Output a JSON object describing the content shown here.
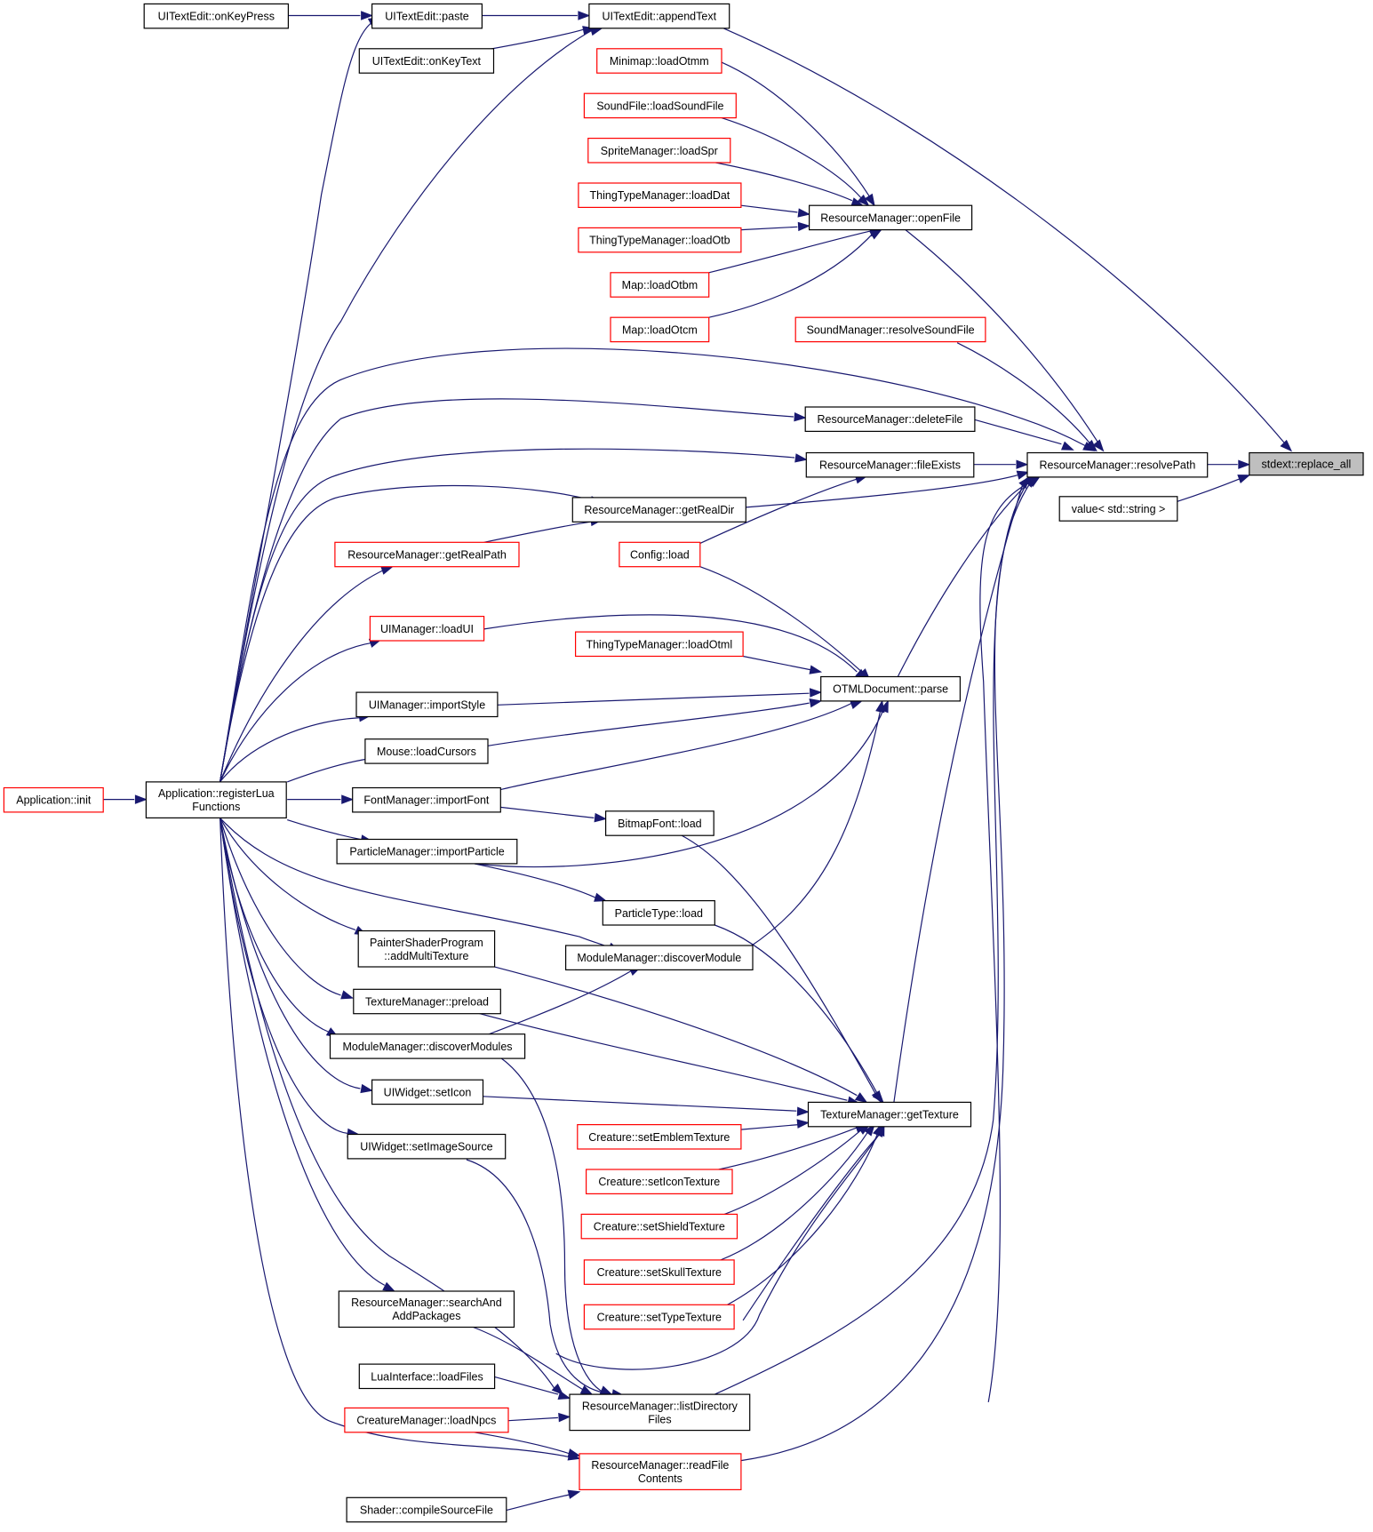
{
  "colors": {
    "edge": "#191970",
    "node_border": "#000000",
    "truncated_node_border": "#ff0000",
    "focus_fill": "#bfbfbf",
    "background": "#ffffff"
  },
  "graph": {
    "nodes": [
      {
        "id": "replace_all",
        "lines": [
          "stdext::replace_all"
        ],
        "style": "focus"
      },
      {
        "id": "value_string",
        "lines": [
          "value< std::string >"
        ],
        "style": "black"
      },
      {
        "id": "resolvePath",
        "lines": [
          "ResourceManager::resolvePath"
        ],
        "style": "black"
      },
      {
        "id": "appendText",
        "lines": [
          "UITextEdit::appendText"
        ],
        "style": "black"
      },
      {
        "id": "paste",
        "lines": [
          "UITextEdit::paste"
        ],
        "style": "black"
      },
      {
        "id": "onKeyPress",
        "lines": [
          "UITextEdit::onKeyPress"
        ],
        "style": "black"
      },
      {
        "id": "onKeyText",
        "lines": [
          "UITextEdit::onKeyText"
        ],
        "style": "black"
      },
      {
        "id": "loadOtmm",
        "lines": [
          "Minimap::loadOtmm"
        ],
        "style": "red"
      },
      {
        "id": "loadSoundFile",
        "lines": [
          "SoundFile::loadSoundFile"
        ],
        "style": "red"
      },
      {
        "id": "loadSpr",
        "lines": [
          "SpriteManager::loadSpr"
        ],
        "style": "red"
      },
      {
        "id": "loadDat",
        "lines": [
          "ThingTypeManager::loadDat"
        ],
        "style": "red"
      },
      {
        "id": "loadOtb",
        "lines": [
          "ThingTypeManager::loadOtb"
        ],
        "style": "red"
      },
      {
        "id": "loadOtbm",
        "lines": [
          "Map::loadOtbm"
        ],
        "style": "red"
      },
      {
        "id": "loadOtcm",
        "lines": [
          "Map::loadOtcm"
        ],
        "style": "red"
      },
      {
        "id": "openFile",
        "lines": [
          "ResourceManager::openFile"
        ],
        "style": "black"
      },
      {
        "id": "resolveSoundFile",
        "lines": [
          "SoundManager::resolveSoundFile"
        ],
        "style": "red"
      },
      {
        "id": "deleteFile",
        "lines": [
          "ResourceManager::deleteFile"
        ],
        "style": "black"
      },
      {
        "id": "fileExists",
        "lines": [
          "ResourceManager::fileExists"
        ],
        "style": "black"
      },
      {
        "id": "getRealDir",
        "lines": [
          "ResourceManager::getRealDir"
        ],
        "style": "black"
      },
      {
        "id": "getRealPath",
        "lines": [
          "ResourceManager::getRealPath"
        ],
        "style": "red"
      },
      {
        "id": "configLoad",
        "lines": [
          "Config::load"
        ],
        "style": "red"
      },
      {
        "id": "loadUI",
        "lines": [
          "UIManager::loadUI"
        ],
        "style": "red"
      },
      {
        "id": "loadOtml",
        "lines": [
          "ThingTypeManager::loadOtml"
        ],
        "style": "red"
      },
      {
        "id": "otmlParse",
        "lines": [
          "OTMLDocument::parse"
        ],
        "style": "black"
      },
      {
        "id": "importStyle",
        "lines": [
          "UIManager::importStyle"
        ],
        "style": "black"
      },
      {
        "id": "loadCursors",
        "lines": [
          "Mouse::loadCursors"
        ],
        "style": "black"
      },
      {
        "id": "appInit",
        "lines": [
          "Application::init"
        ],
        "style": "red"
      },
      {
        "id": "registerLua",
        "lines": [
          "Application::registerLua",
          "Functions"
        ],
        "style": "black"
      },
      {
        "id": "importFont",
        "lines": [
          "FontManager::importFont"
        ],
        "style": "black"
      },
      {
        "id": "bitmapLoad",
        "lines": [
          "BitmapFont::load"
        ],
        "style": "black"
      },
      {
        "id": "importParticle",
        "lines": [
          "ParticleManager::importParticle"
        ],
        "style": "black"
      },
      {
        "id": "particleTypeLoad",
        "lines": [
          "ParticleType::load"
        ],
        "style": "black"
      },
      {
        "id": "discoverModule",
        "lines": [
          "ModuleManager::discoverModule"
        ],
        "style": "black"
      },
      {
        "id": "addMultiTexture",
        "lines": [
          "PainterShaderProgram",
          "::addMultiTexture"
        ],
        "style": "black"
      },
      {
        "id": "preload",
        "lines": [
          "TextureManager::preload"
        ],
        "style": "black"
      },
      {
        "id": "discoverModules",
        "lines": [
          "ModuleManager::discoverModules"
        ],
        "style": "black"
      },
      {
        "id": "setIcon",
        "lines": [
          "UIWidget::setIcon"
        ],
        "style": "black"
      },
      {
        "id": "getTexture",
        "lines": [
          "TextureManager::getTexture"
        ],
        "style": "black"
      },
      {
        "id": "setEmblem",
        "lines": [
          "Creature::setEmblemTexture"
        ],
        "style": "red"
      },
      {
        "id": "setImageSource",
        "lines": [
          "UIWidget::setImageSource"
        ],
        "style": "black"
      },
      {
        "id": "setIconTexture",
        "lines": [
          "Creature::setIconTexture"
        ],
        "style": "red"
      },
      {
        "id": "setShield",
        "lines": [
          "Creature::setShieldTexture"
        ],
        "style": "red"
      },
      {
        "id": "setSkull",
        "lines": [
          "Creature::setSkullTexture"
        ],
        "style": "red"
      },
      {
        "id": "setType",
        "lines": [
          "Creature::setTypeTexture"
        ],
        "style": "red"
      },
      {
        "id": "searchAndAdd",
        "lines": [
          "ResourceManager::searchAnd",
          "AddPackages"
        ],
        "style": "black"
      },
      {
        "id": "luaLoadFiles",
        "lines": [
          "LuaInterface::loadFiles"
        ],
        "style": "black"
      },
      {
        "id": "listDir",
        "lines": [
          "ResourceManager::listDirectory",
          "Files"
        ],
        "style": "black"
      },
      {
        "id": "loadNpcs",
        "lines": [
          "CreatureManager::loadNpcs"
        ],
        "style": "red"
      },
      {
        "id": "readFile",
        "lines": [
          "ResourceManager::readFile",
          "Contents"
        ],
        "style": "red"
      },
      {
        "id": "compileSource",
        "lines": [
          "Shader::compileSourceFile"
        ],
        "style": "black"
      }
    ]
  }
}
